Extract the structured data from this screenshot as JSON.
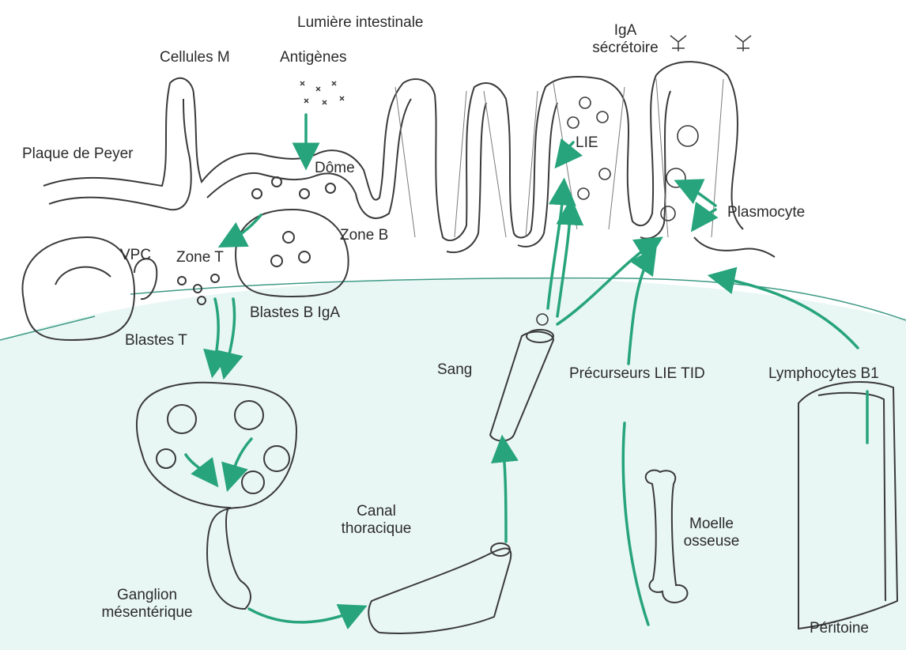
{
  "labels": {
    "lumen": "Lumière intestinale",
    "m_cells": "Cellules M",
    "antigens": "Antigènes",
    "iga_line1": "IgA",
    "iga_line2": "sécrétoire",
    "peyer_patch": "Plaque de Peyer",
    "dome": "Dôme",
    "lie": "LIE",
    "zone_b": "Zone B",
    "plasmocyte": "Plasmocyte",
    "vpc": "VPC",
    "zone_t": "Zone T",
    "blastes_b_iga": "Blastes B IgA",
    "blastes_t": "Blastes T",
    "sang": "Sang",
    "precurseurs": "Précurseurs LIE  TID",
    "lymphocytes_b1": "Lymphocytes B1",
    "canal_line1": "Canal",
    "canal_line2": "thoracique",
    "moelle_line1": "Moelle",
    "moelle_line2": "osseuse",
    "ganglion_line1": "Ganglion",
    "ganglion_line2": "mésentérique",
    "peritoine": "Péritoine"
  },
  "colors": {
    "arrow": "#27a47c",
    "tissue_fill": "#e9f7f4",
    "outline": "#3a3a3a",
    "border_line": "#3f9a86"
  }
}
